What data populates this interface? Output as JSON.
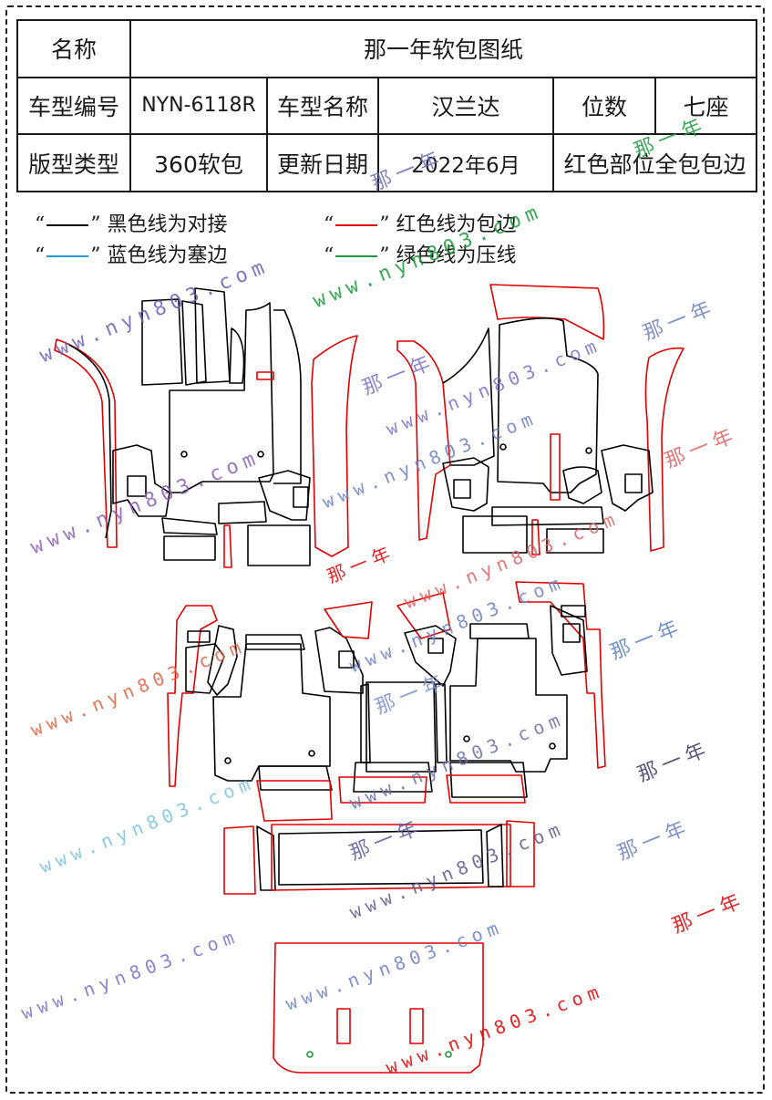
{
  "table": {
    "name_label": "名称",
    "name_value": "那一年软包图纸",
    "model_no_label": "车型编号",
    "model_no_value": "NYN-6118R",
    "model_name_label": "车型名称",
    "model_name_value": "汉兰达",
    "seats_label": "位数",
    "seats_value": "七座",
    "type_label": "版型类型",
    "type_value": "360软包",
    "date_label": "更新日期",
    "date_value": "2022年6月",
    "red_note": "红色部位全包包边"
  },
  "legend": [
    {
      "text": "黑色线为对接",
      "color": "#000000"
    },
    {
      "text": "红色线为包边",
      "color": "#e00000"
    },
    {
      "text": "蓝色线为塞边",
      "color": "#1e9bd7"
    },
    {
      "text": "绿色线为压线",
      "color": "#1a9a3a"
    }
  ],
  "watermarks": {
    "url": "www.nyn803.com",
    "brand": "那一年"
  },
  "colors": {
    "black_line": "#000000",
    "red_line": "#e00000",
    "blue_line": "#1e9bd7",
    "green_line": "#1a9a3a"
  }
}
